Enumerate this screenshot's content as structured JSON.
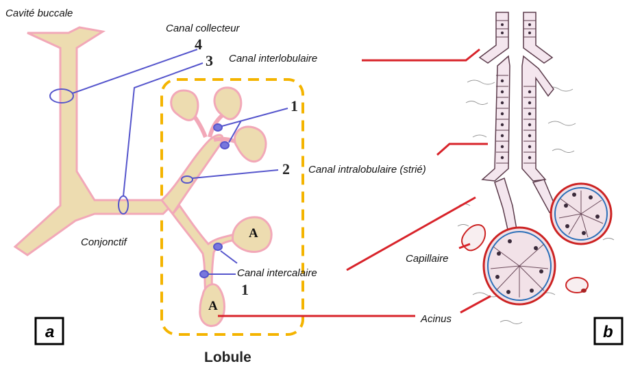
{
  "panel_a": {
    "labels": {
      "cavite_buccale": "Cavité buccale",
      "canal_collecteur": "Canal collecteur",
      "conjonctif": "Conjonctif",
      "lobule": "Lobule"
    },
    "numbers": {
      "n4": "4",
      "n3": "3",
      "n1_top": "1",
      "n2": "2",
      "n1_bottom": "1"
    },
    "acinus_letters": [
      "A",
      "A"
    ],
    "panel_letter": "a"
  },
  "panel_b": {
    "labels": {
      "canal_interlobulaire": "Canal interlobulaire",
      "canal_intralobulaire": "Canal intralobulaire (strié)",
      "capillaire": "Capillaire",
      "canal_intercalaire": "Canal intercalaire",
      "acinus": "Acinus"
    },
    "panel_letter": "b"
  },
  "colors": {
    "duct_fill": "#eddcb0",
    "duct_outline": "#f2a8b8",
    "marker_blue": "#5555cc",
    "leader_red": "#d8232a",
    "lobule_box": "#f4b400"
  }
}
